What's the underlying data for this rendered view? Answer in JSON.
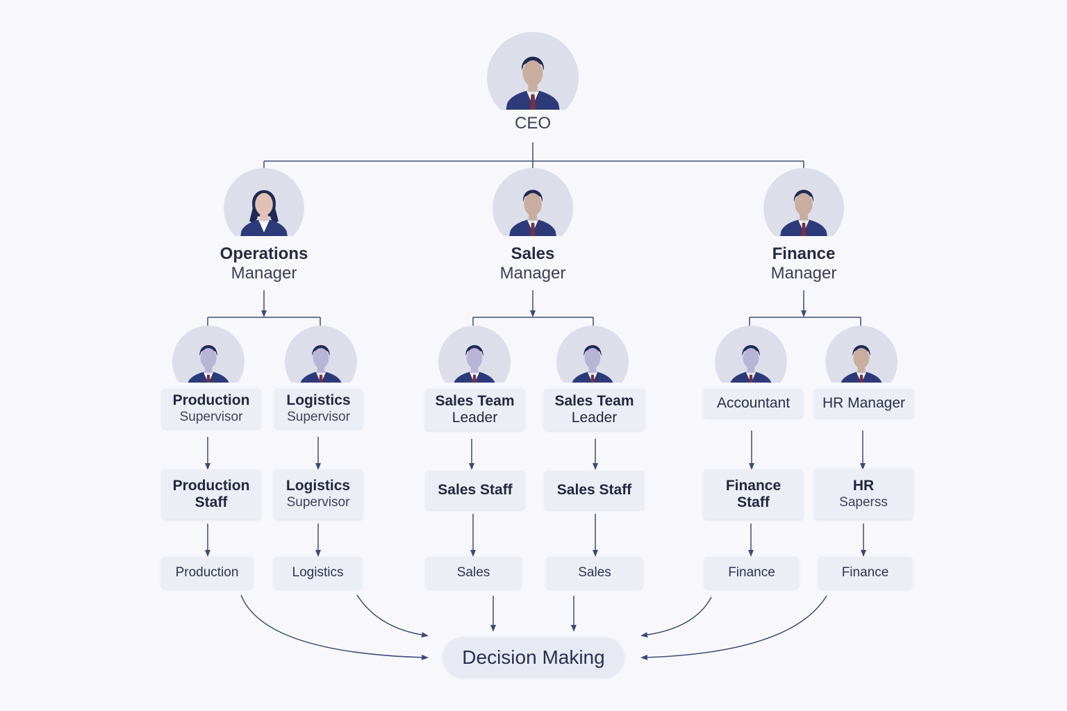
{
  "ceo": {
    "label": "CEO"
  },
  "managers": [
    {
      "line1": "Operations",
      "line2": "Manager"
    },
    {
      "line1": "Sales",
      "line2": "Manager"
    },
    {
      "line1": "Finance",
      "line2": "Manager"
    }
  ],
  "level3": [
    {
      "line1": "Production",
      "line2": "Supervisor"
    },
    {
      "line1": "Logistics",
      "line2": "Supervisor"
    },
    {
      "line1": "Sales Team",
      "line2": "Leader"
    },
    {
      "line1": "Sales Team",
      "line2": "Leader"
    },
    {
      "line1": "Accountant"
    },
    {
      "line1": "HR Manager"
    }
  ],
  "level4": [
    {
      "line1": "Production",
      "line2": "Staff"
    },
    {
      "line1": "Logistics",
      "line2": "Supervisor"
    },
    {
      "line1": "Sales Staff"
    },
    {
      "line1": "Sales Staff"
    },
    {
      "line1": "Finance",
      "line2": "Staff"
    },
    {
      "line1": "HR",
      "line2": "Saperss"
    }
  ],
  "level5": [
    "Production",
    "Logistics",
    "Sales",
    "Sales",
    "Finance",
    "Finance"
  ],
  "decision": {
    "label": "Decision Making"
  },
  "colors": {
    "line": "#3c4a7a",
    "suit": "#2c3a7a",
    "hair": "#1e2a55",
    "circle": "#dcdeea",
    "tie": "#7a3040",
    "skin": "#c9ad9e"
  }
}
